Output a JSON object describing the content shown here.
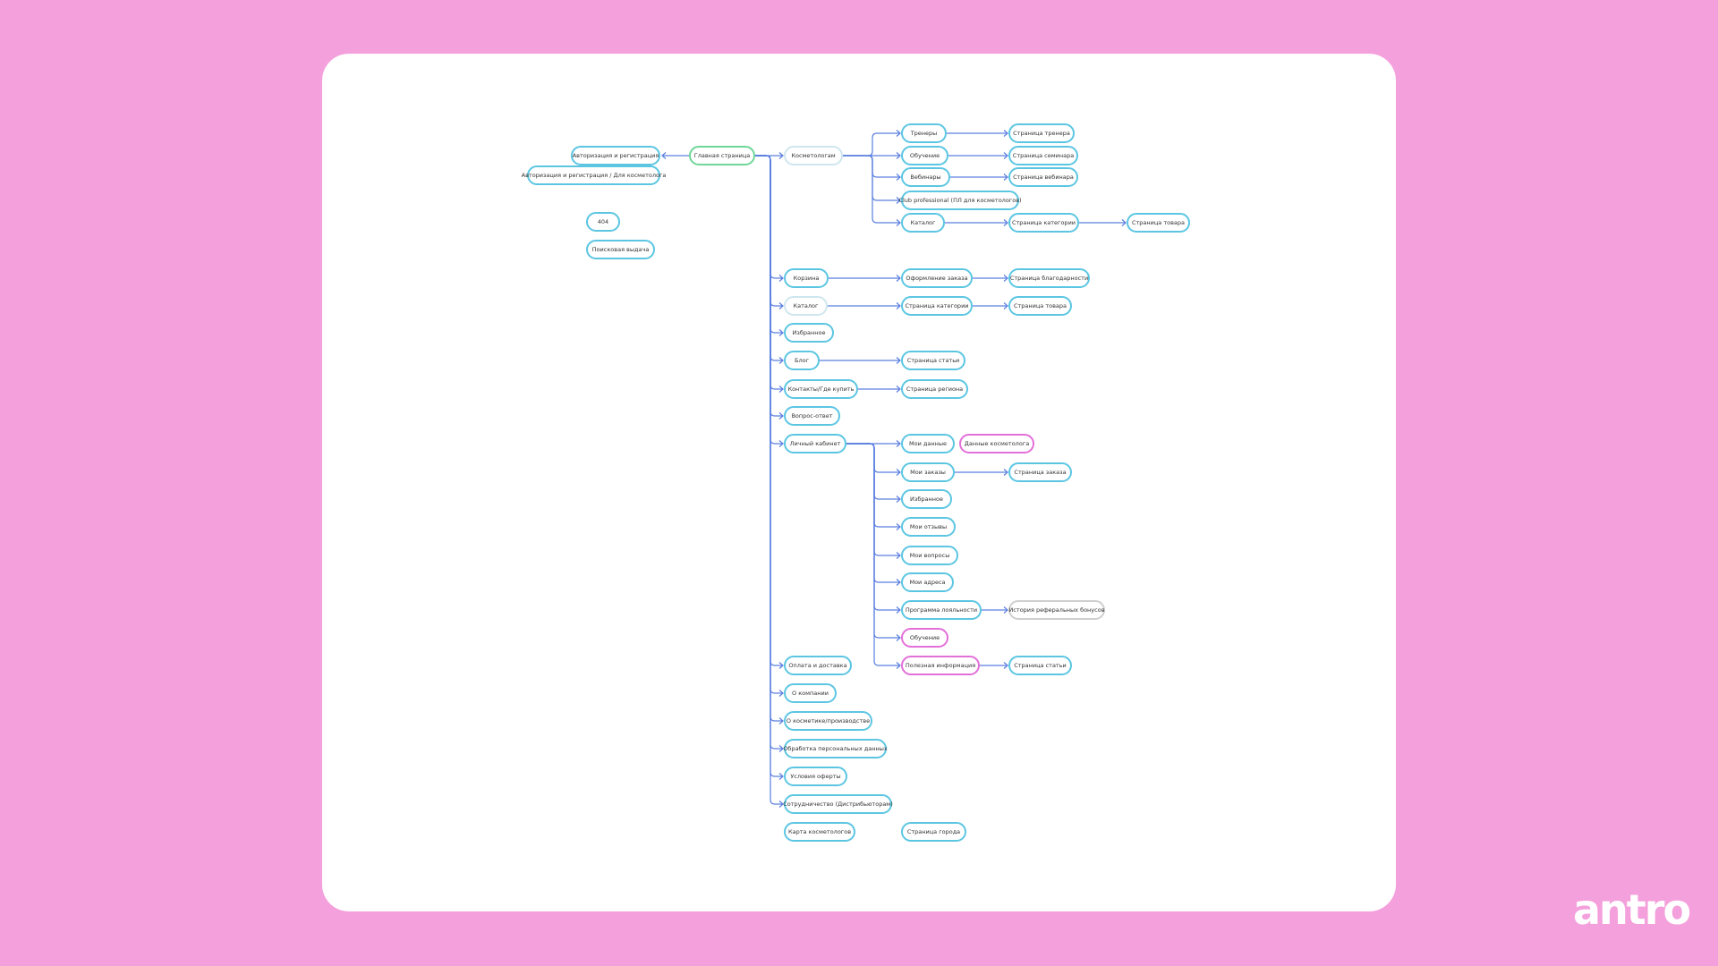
{
  "brand": {
    "logo": "antro"
  },
  "colors": {
    "background": "#f4a0dc",
    "node_border": "#5cc6e2",
    "root_border": "#6fd69a",
    "highlight_border": "#e36fd9",
    "edge": "#5b7fe0"
  },
  "nodes": [
    {
      "id": "home",
      "label": "Главная страница",
      "style": "root"
    },
    {
      "id": "auth",
      "label": "Авторизация и регистрация"
    },
    {
      "id": "auth_cosm",
      "label": "Авторизация и регистрация / Для косметолога"
    },
    {
      "id": "p404",
      "label": "404"
    },
    {
      "id": "search",
      "label": "Поисковая выдача"
    },
    {
      "id": "cosm",
      "label": "Косметологам",
      "style": "light"
    },
    {
      "id": "trainers",
      "label": "Тренеры"
    },
    {
      "id": "trainer_page",
      "label": "Страница тренера"
    },
    {
      "id": "edu",
      "label": "Обучение"
    },
    {
      "id": "seminar_page",
      "label": "Страница семинара"
    },
    {
      "id": "webinars",
      "label": "Вебинары"
    },
    {
      "id": "webinar_page",
      "label": "Страница вебинара"
    },
    {
      "id": "club",
      "label": "Club professional (ПЛ для косметологов)"
    },
    {
      "id": "cosm_catalog",
      "label": "Каталог"
    },
    {
      "id": "cosm_cat_page",
      "label": "Страница категории"
    },
    {
      "id": "cosm_product_page",
      "label": "Страница товара"
    },
    {
      "id": "cart",
      "label": "Корзина"
    },
    {
      "id": "checkout",
      "label": "Оформление заказа"
    },
    {
      "id": "thanks",
      "label": "Страница благодарности"
    },
    {
      "id": "catalog",
      "label": "Каталог",
      "style": "light"
    },
    {
      "id": "cat_page",
      "label": "Страница категории"
    },
    {
      "id": "product_page",
      "label": "Страница товара"
    },
    {
      "id": "favorites",
      "label": "Избранное"
    },
    {
      "id": "blog",
      "label": "Блог"
    },
    {
      "id": "article_page",
      "label": "Страница статьи"
    },
    {
      "id": "contacts",
      "label": "Контакты/Где купить"
    },
    {
      "id": "region_page",
      "label": "Страница региона"
    },
    {
      "id": "faq",
      "label": "Вопрос-ответ"
    },
    {
      "id": "account",
      "label": "Личный кабинет"
    },
    {
      "id": "my_data",
      "label": "Мои данные"
    },
    {
      "id": "cosm_data",
      "label": "Данные косметолога",
      "style": "pink"
    },
    {
      "id": "my_orders",
      "label": "Мои заказы"
    },
    {
      "id": "order_page",
      "label": "Страница заказа"
    },
    {
      "id": "acc_fav",
      "label": "Избранное"
    },
    {
      "id": "my_reviews",
      "label": "Мои отзывы"
    },
    {
      "id": "my_questions",
      "label": "Мои вопросы"
    },
    {
      "id": "my_addresses",
      "label": "Мои адреса"
    },
    {
      "id": "loyalty",
      "label": "Программа лояльности"
    },
    {
      "id": "ref_history",
      "label": "История реферальных бонусов",
      "style": "gray"
    },
    {
      "id": "acc_edu",
      "label": "Обучение",
      "style": "pink"
    },
    {
      "id": "useful",
      "label": "Полезная информация",
      "style": "pink"
    },
    {
      "id": "useful_article",
      "label": "Страница статьи"
    },
    {
      "id": "payment",
      "label": "Оплата и доставка"
    },
    {
      "id": "about",
      "label": "О компании"
    },
    {
      "id": "about_cosm",
      "label": "О косметике/производстве"
    },
    {
      "id": "personal_data",
      "label": "Обработка персональных данных"
    },
    {
      "id": "offer",
      "label": "Условия оферты"
    },
    {
      "id": "partners",
      "label": "Сотрудничество (Дистрибьюторам)"
    },
    {
      "id": "cosm_map",
      "label": "Карта косметологов"
    },
    {
      "id": "city_page",
      "label": "Страница города"
    }
  ],
  "edges": [
    [
      "home",
      "auth"
    ],
    [
      "home",
      "cosm"
    ],
    [
      "cosm",
      "trainers"
    ],
    [
      "cosm",
      "edu"
    ],
    [
      "cosm",
      "webinars"
    ],
    [
      "cosm",
      "club"
    ],
    [
      "cosm",
      "cosm_catalog"
    ],
    [
      "trainers",
      "trainer_page"
    ],
    [
      "edu",
      "seminar_page"
    ],
    [
      "webinars",
      "webinar_page"
    ],
    [
      "cosm_catalog",
      "cosm_cat_page"
    ],
    [
      "cosm_cat_page",
      "cosm_product_page"
    ],
    [
      "home",
      "cart"
    ],
    [
      "cart",
      "checkout"
    ],
    [
      "checkout",
      "thanks"
    ],
    [
      "home",
      "catalog"
    ],
    [
      "catalog",
      "cat_page"
    ],
    [
      "cat_page",
      "product_page"
    ],
    [
      "home",
      "favorites"
    ],
    [
      "home",
      "blog"
    ],
    [
      "blog",
      "article_page"
    ],
    [
      "home",
      "contacts"
    ],
    [
      "contacts",
      "region_page"
    ],
    [
      "home",
      "faq"
    ],
    [
      "home",
      "account"
    ],
    [
      "account",
      "my_data"
    ],
    [
      "account",
      "my_orders"
    ],
    [
      "account",
      "acc_fav"
    ],
    [
      "account",
      "my_reviews"
    ],
    [
      "account",
      "my_questions"
    ],
    [
      "account",
      "my_addresses"
    ],
    [
      "account",
      "loyalty"
    ],
    [
      "account",
      "acc_edu"
    ],
    [
      "account",
      "useful"
    ],
    [
      "my_orders",
      "order_page"
    ],
    [
      "loyalty",
      "ref_history"
    ],
    [
      "useful",
      "useful_article"
    ],
    [
      "home",
      "payment"
    ],
    [
      "home",
      "about"
    ],
    [
      "home",
      "about_cosm"
    ],
    [
      "home",
      "personal_data"
    ],
    [
      "home",
      "offer"
    ],
    [
      "home",
      "partners"
    ]
  ]
}
